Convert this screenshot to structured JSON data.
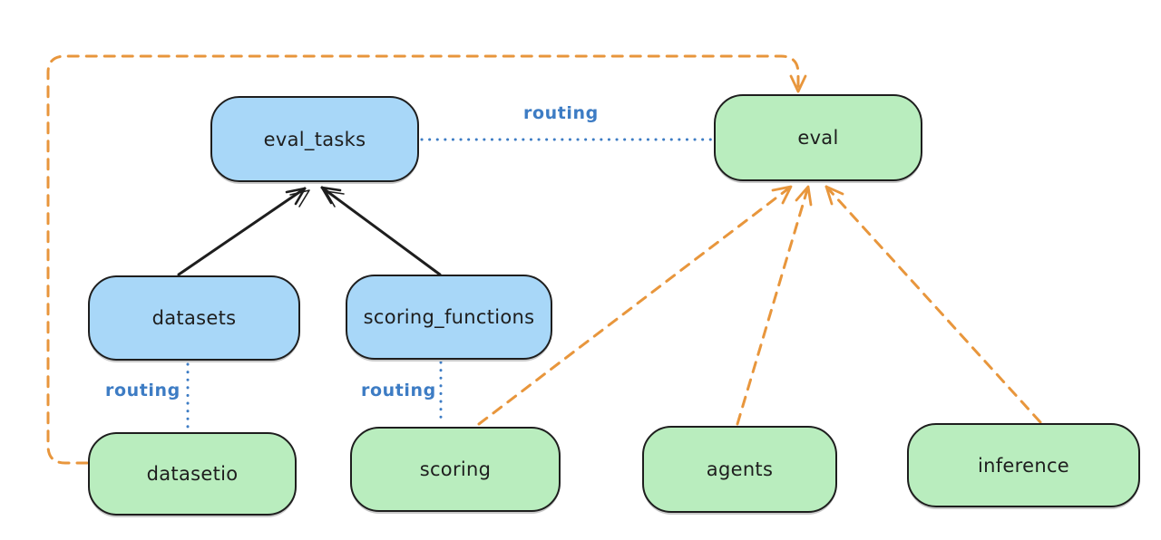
{
  "colors": {
    "background": "#ffffff",
    "node_stroke": "#1e1e1e",
    "blue_node_fill": "#a8d7f8",
    "green_node_fill": "#b9edbe",
    "routing_blue": "#3d7cc4",
    "orange_dashed": "#e8963c",
    "black_arrow": "#1e1e1e"
  },
  "nodes": {
    "eval_tasks": {
      "label": "eval_tasks",
      "color": "blue"
    },
    "eval": {
      "label": "eval",
      "color": "green"
    },
    "datasets": {
      "label": "datasets",
      "color": "blue"
    },
    "scoring_functions": {
      "label": "scoring_functions",
      "color": "blue"
    },
    "datasetio": {
      "label": "datasetio",
      "color": "green"
    },
    "scoring": {
      "label": "scoring",
      "color": "green"
    },
    "agents": {
      "label": "agents",
      "color": "green"
    },
    "inference": {
      "label": "inference",
      "color": "green"
    }
  },
  "edges": {
    "datasets_to_eval_tasks": {
      "style": "solid-arrow"
    },
    "scoring_functions_to_eval_tasks": {
      "style": "solid-arrow"
    },
    "eval_tasks_to_eval": {
      "style": "dotted",
      "label": "routing"
    },
    "datasets_to_datasetio": {
      "style": "dotted",
      "label": "routing"
    },
    "scoring_functions_to_scoring": {
      "style": "dotted",
      "label": "routing"
    },
    "datasetio_to_eval": {
      "style": "dashed-arrow"
    },
    "scoring_to_eval": {
      "style": "dashed-arrow"
    },
    "agents_to_eval": {
      "style": "dashed-arrow"
    },
    "inference_to_eval": {
      "style": "dashed-arrow"
    }
  }
}
